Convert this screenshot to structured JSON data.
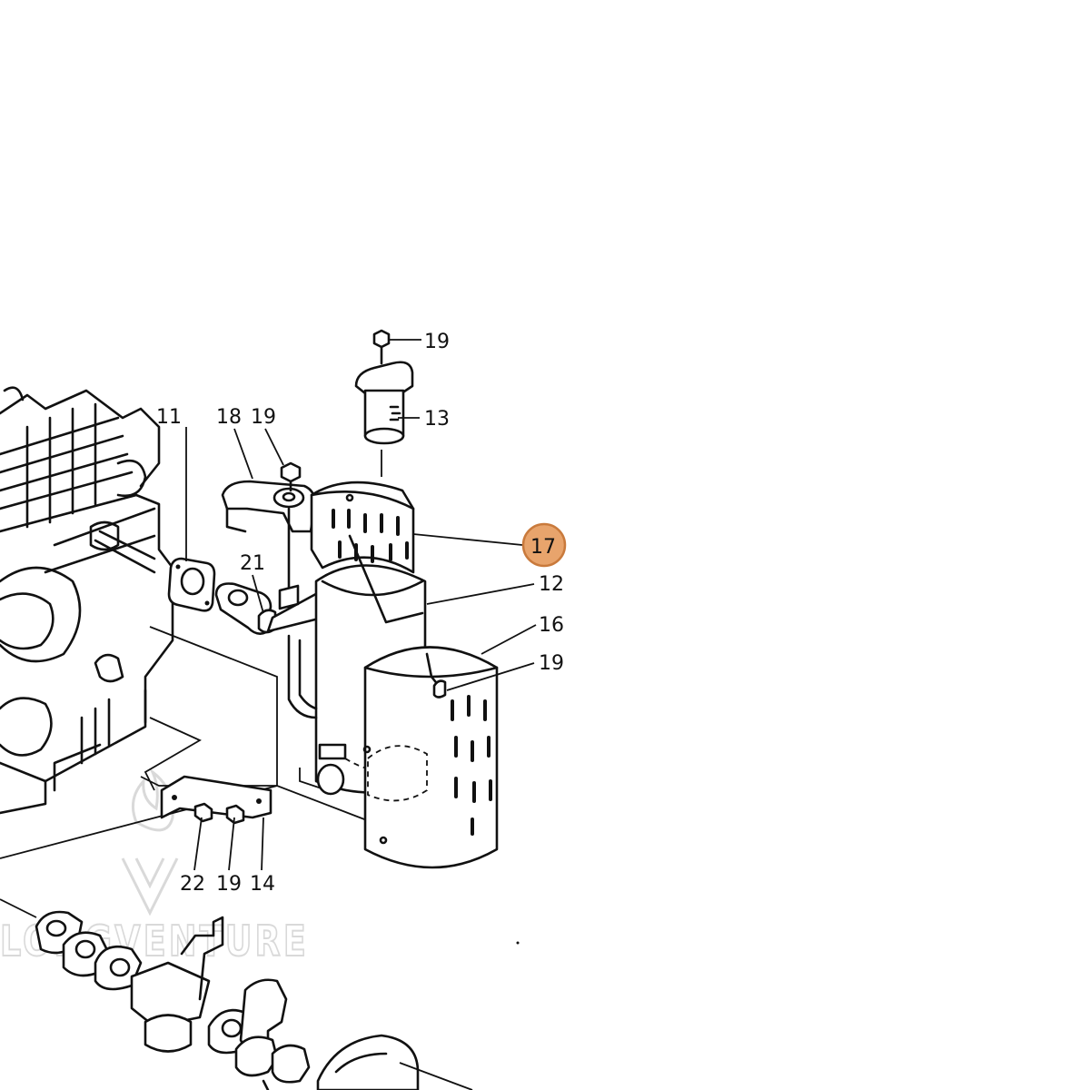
{
  "diagram": {
    "callouts": [
      {
        "id": "c-19-top",
        "text": "19"
      },
      {
        "id": "c-13",
        "text": "13"
      },
      {
        "id": "c-11",
        "text": "11"
      },
      {
        "id": "c-18",
        "text": "18"
      },
      {
        "id": "c-19-bolt",
        "text": "19"
      },
      {
        "id": "c-17",
        "text": "17",
        "highlighted": true
      },
      {
        "id": "c-12",
        "text": "12"
      },
      {
        "id": "c-21",
        "text": "21"
      },
      {
        "id": "c-16",
        "text": "16"
      },
      {
        "id": "c-19-guard",
        "text": "19"
      },
      {
        "id": "c-22",
        "text": "22"
      },
      {
        "id": "c-19-bracket",
        "text": "19"
      },
      {
        "id": "c-14",
        "text": "14"
      }
    ],
    "highlight_color": "#e8a46c",
    "highlight_stroke": "#c97a3c",
    "watermark": "LONGVENTURE"
  }
}
